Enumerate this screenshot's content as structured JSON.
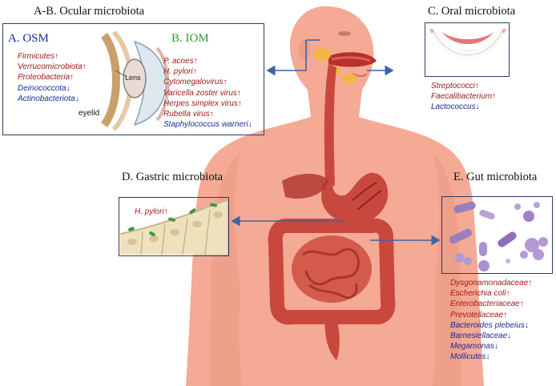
{
  "panels": {
    "ocular": {
      "title": "A-B. Ocular microbiota",
      "osm_label": "A. OSM",
      "iom_label": "B. IOM",
      "lens_label": "Lens",
      "eyelid_label": "eyelid",
      "osm_items": [
        {
          "text": "Firmicutes",
          "arrow": "↑",
          "trend": "up"
        },
        {
          "text": "Verrucomicrobiota",
          "arrow": "↑",
          "trend": "up"
        },
        {
          "text": "Proteobacteria",
          "arrow": "↑",
          "trend": "up"
        },
        {
          "text": "Deinococcota",
          "arrow": "↓",
          "trend": "down"
        },
        {
          "text": "Actinobacteriota",
          "arrow": "↓",
          "trend": "down"
        }
      ],
      "iom_items": [
        {
          "text": "P. acnes",
          "arrow": "↑",
          "trend": "up"
        },
        {
          "text": "H. pylori",
          "arrow": "↑",
          "trend": "up"
        },
        {
          "text": "Cytomegalovirus",
          "arrow": "↑",
          "trend": "up"
        },
        {
          "text": "Varicella zoster virus",
          "arrow": "↑",
          "trend": "up"
        },
        {
          "text": "Herpes simplex virus",
          "arrow": "↑",
          "trend": "up"
        },
        {
          "text": "Rubella virus",
          "arrow": "↑",
          "trend": "up"
        },
        {
          "text": "Staphylococcus warneri",
          "arrow": "↓",
          "trend": "down"
        }
      ]
    },
    "oral": {
      "title": "C. Oral microbiota",
      "items": [
        {
          "text": "Streptococci",
          "arrow": "↑",
          "trend": "up"
        },
        {
          "text": "Faecalibacterium",
          "arrow": "↑",
          "trend": "up"
        },
        {
          "text": "Lactococcus",
          "arrow": "↓",
          "trend": "down"
        }
      ]
    },
    "gastric": {
      "title": "D. Gastric microbiota",
      "items": [
        {
          "text": "H. pylori",
          "arrow": "↑",
          "trend": "up"
        }
      ]
    },
    "gut": {
      "title": "E. Gut microbiota",
      "items": [
        {
          "text": "Dysgonamonadaceae",
          "arrow": "↑",
          "trend": "up"
        },
        {
          "text": "Escherichia coli",
          "arrow": "↑",
          "trend": "up"
        },
        {
          "text": "Enterobacteriaceae",
          "arrow": "↑",
          "trend": "up"
        },
        {
          "text": "Prevotellaceae",
          "arrow": "↑",
          "trend": "up"
        },
        {
          "text": "Bacteroides plebeius",
          "arrow": "↓",
          "trend": "down"
        },
        {
          "text": "Barnesiellaceae",
          "arrow": "↓",
          "trend": "down"
        },
        {
          "text": "Megamonas",
          "arrow": "↓",
          "trend": "down"
        },
        {
          "text": "Mollicutes",
          "arrow": "↓",
          "trend": "down"
        }
      ]
    }
  },
  "colors": {
    "skin": "#f4aa94",
    "skin_dark": "#e08a74",
    "organ": "#c8483e",
    "organ_dark": "#9e2c26",
    "increase": "#a31a1a",
    "decrease": "#1a2a9e",
    "arrow": "#3a64a8",
    "osm_label": "#1a2a9e",
    "iom_label": "#2e9a3a"
  }
}
